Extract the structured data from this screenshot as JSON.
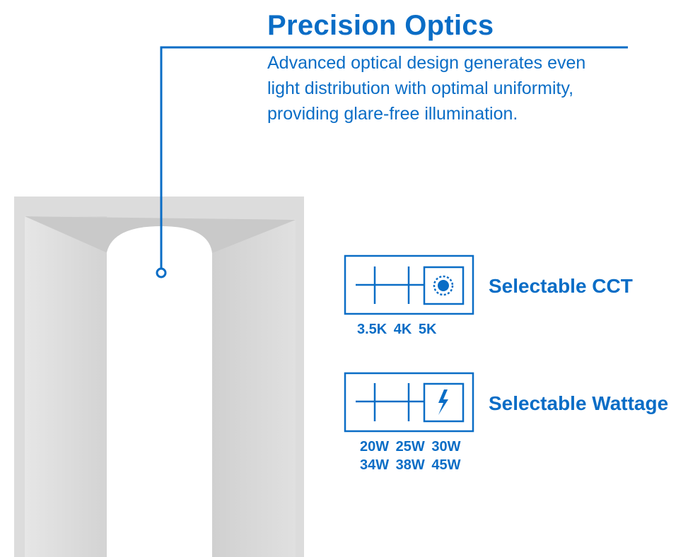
{
  "heading": {
    "title": "Precision Optics",
    "description_lines": [
      "Advanced optical design generates even",
      "light distribution with optimal uniformity,",
      "providing glare-free illumination."
    ]
  },
  "features": [
    {
      "title": "Selectable CCT",
      "icon": "sun-icon",
      "options_lines": [
        "3.5K 4K 5K"
      ]
    },
    {
      "title": "Selectable Wattage",
      "icon": "lightning-bolt-icon",
      "options_lines": [
        "20W 25W 30W",
        "34W 38W 45W"
      ]
    }
  ],
  "colors": {
    "accent": "#0a6dc6",
    "fixture": "#d8d8d8"
  }
}
